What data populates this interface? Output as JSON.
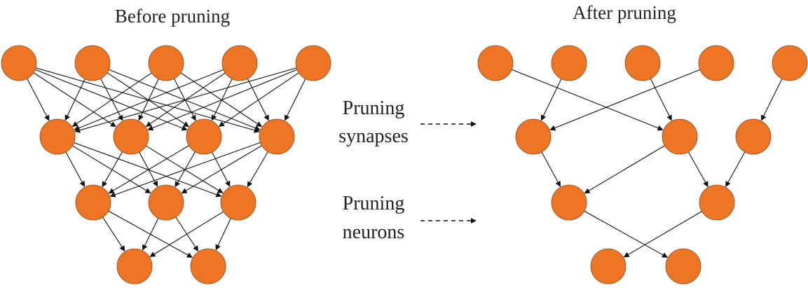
{
  "titles": {
    "left": "Before pruning",
    "right": "After pruning"
  },
  "labels": {
    "synapses_line1": "Pruning",
    "synapses_line2": "synapses",
    "neurons_line1": "Pruning",
    "neurons_line2": "neurons"
  },
  "colors": {
    "node_fill": "#ee7524",
    "edge": "#111111"
  },
  "networks": {
    "before": {
      "layers": [
        5,
        4,
        3,
        2
      ],
      "connectivity": "fully-connected"
    },
    "after": {
      "layers": [
        5,
        3,
        2,
        2
      ],
      "connections": [
        [
          [
            0,
            1
          ],
          [
            1,
            0
          ],
          [
            2,
            1
          ],
          [
            3,
            0
          ],
          [
            4,
            2
          ]
        ],
        [
          [
            0,
            0
          ],
          [
            1,
            0
          ],
          [
            1,
            1
          ],
          [
            2,
            1
          ]
        ],
        [
          [
            0,
            1
          ],
          [
            1,
            0
          ]
        ]
      ]
    }
  }
}
